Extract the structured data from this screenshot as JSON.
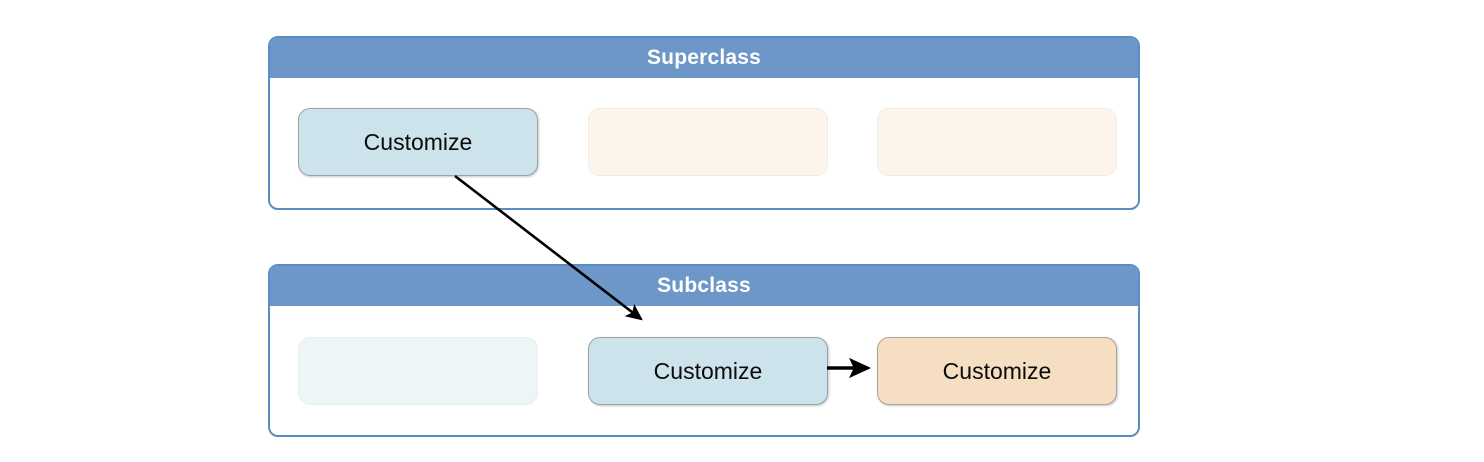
{
  "diagram": {
    "title_superclass": "Superclass",
    "title_subclass": "Subclass",
    "colors": {
      "panel_border": "#5b8cc4",
      "header_bg": "#6d97c8",
      "header_text": "#ffffff",
      "box_blue": "#cde3ec",
      "box_tan": "#f5dec2",
      "box_cream": "#fdf5ec",
      "box_paleblue": "#eef5f7",
      "arrow": "#000000"
    }
  },
  "panels": [
    {
      "name": "superclass",
      "title": "Superclass",
      "slots": [
        {
          "label": "Customize",
          "style": "blue"
        },
        {
          "label": "",
          "style": "cream"
        },
        {
          "label": "",
          "style": "cream"
        }
      ]
    },
    {
      "name": "subclass",
      "title": "Subclass",
      "slots": [
        {
          "label": "",
          "style": "paleblue"
        },
        {
          "label": "Customize",
          "style": "blue"
        },
        {
          "label": "Customize",
          "style": "tan"
        }
      ]
    }
  ],
  "arrows": [
    {
      "name": "override-arrow",
      "from": "superclass-slot-0",
      "to": "subclass-slot-1"
    },
    {
      "name": "flow-arrow",
      "from": "subclass-slot-1",
      "to": "subclass-slot-2"
    }
  ]
}
